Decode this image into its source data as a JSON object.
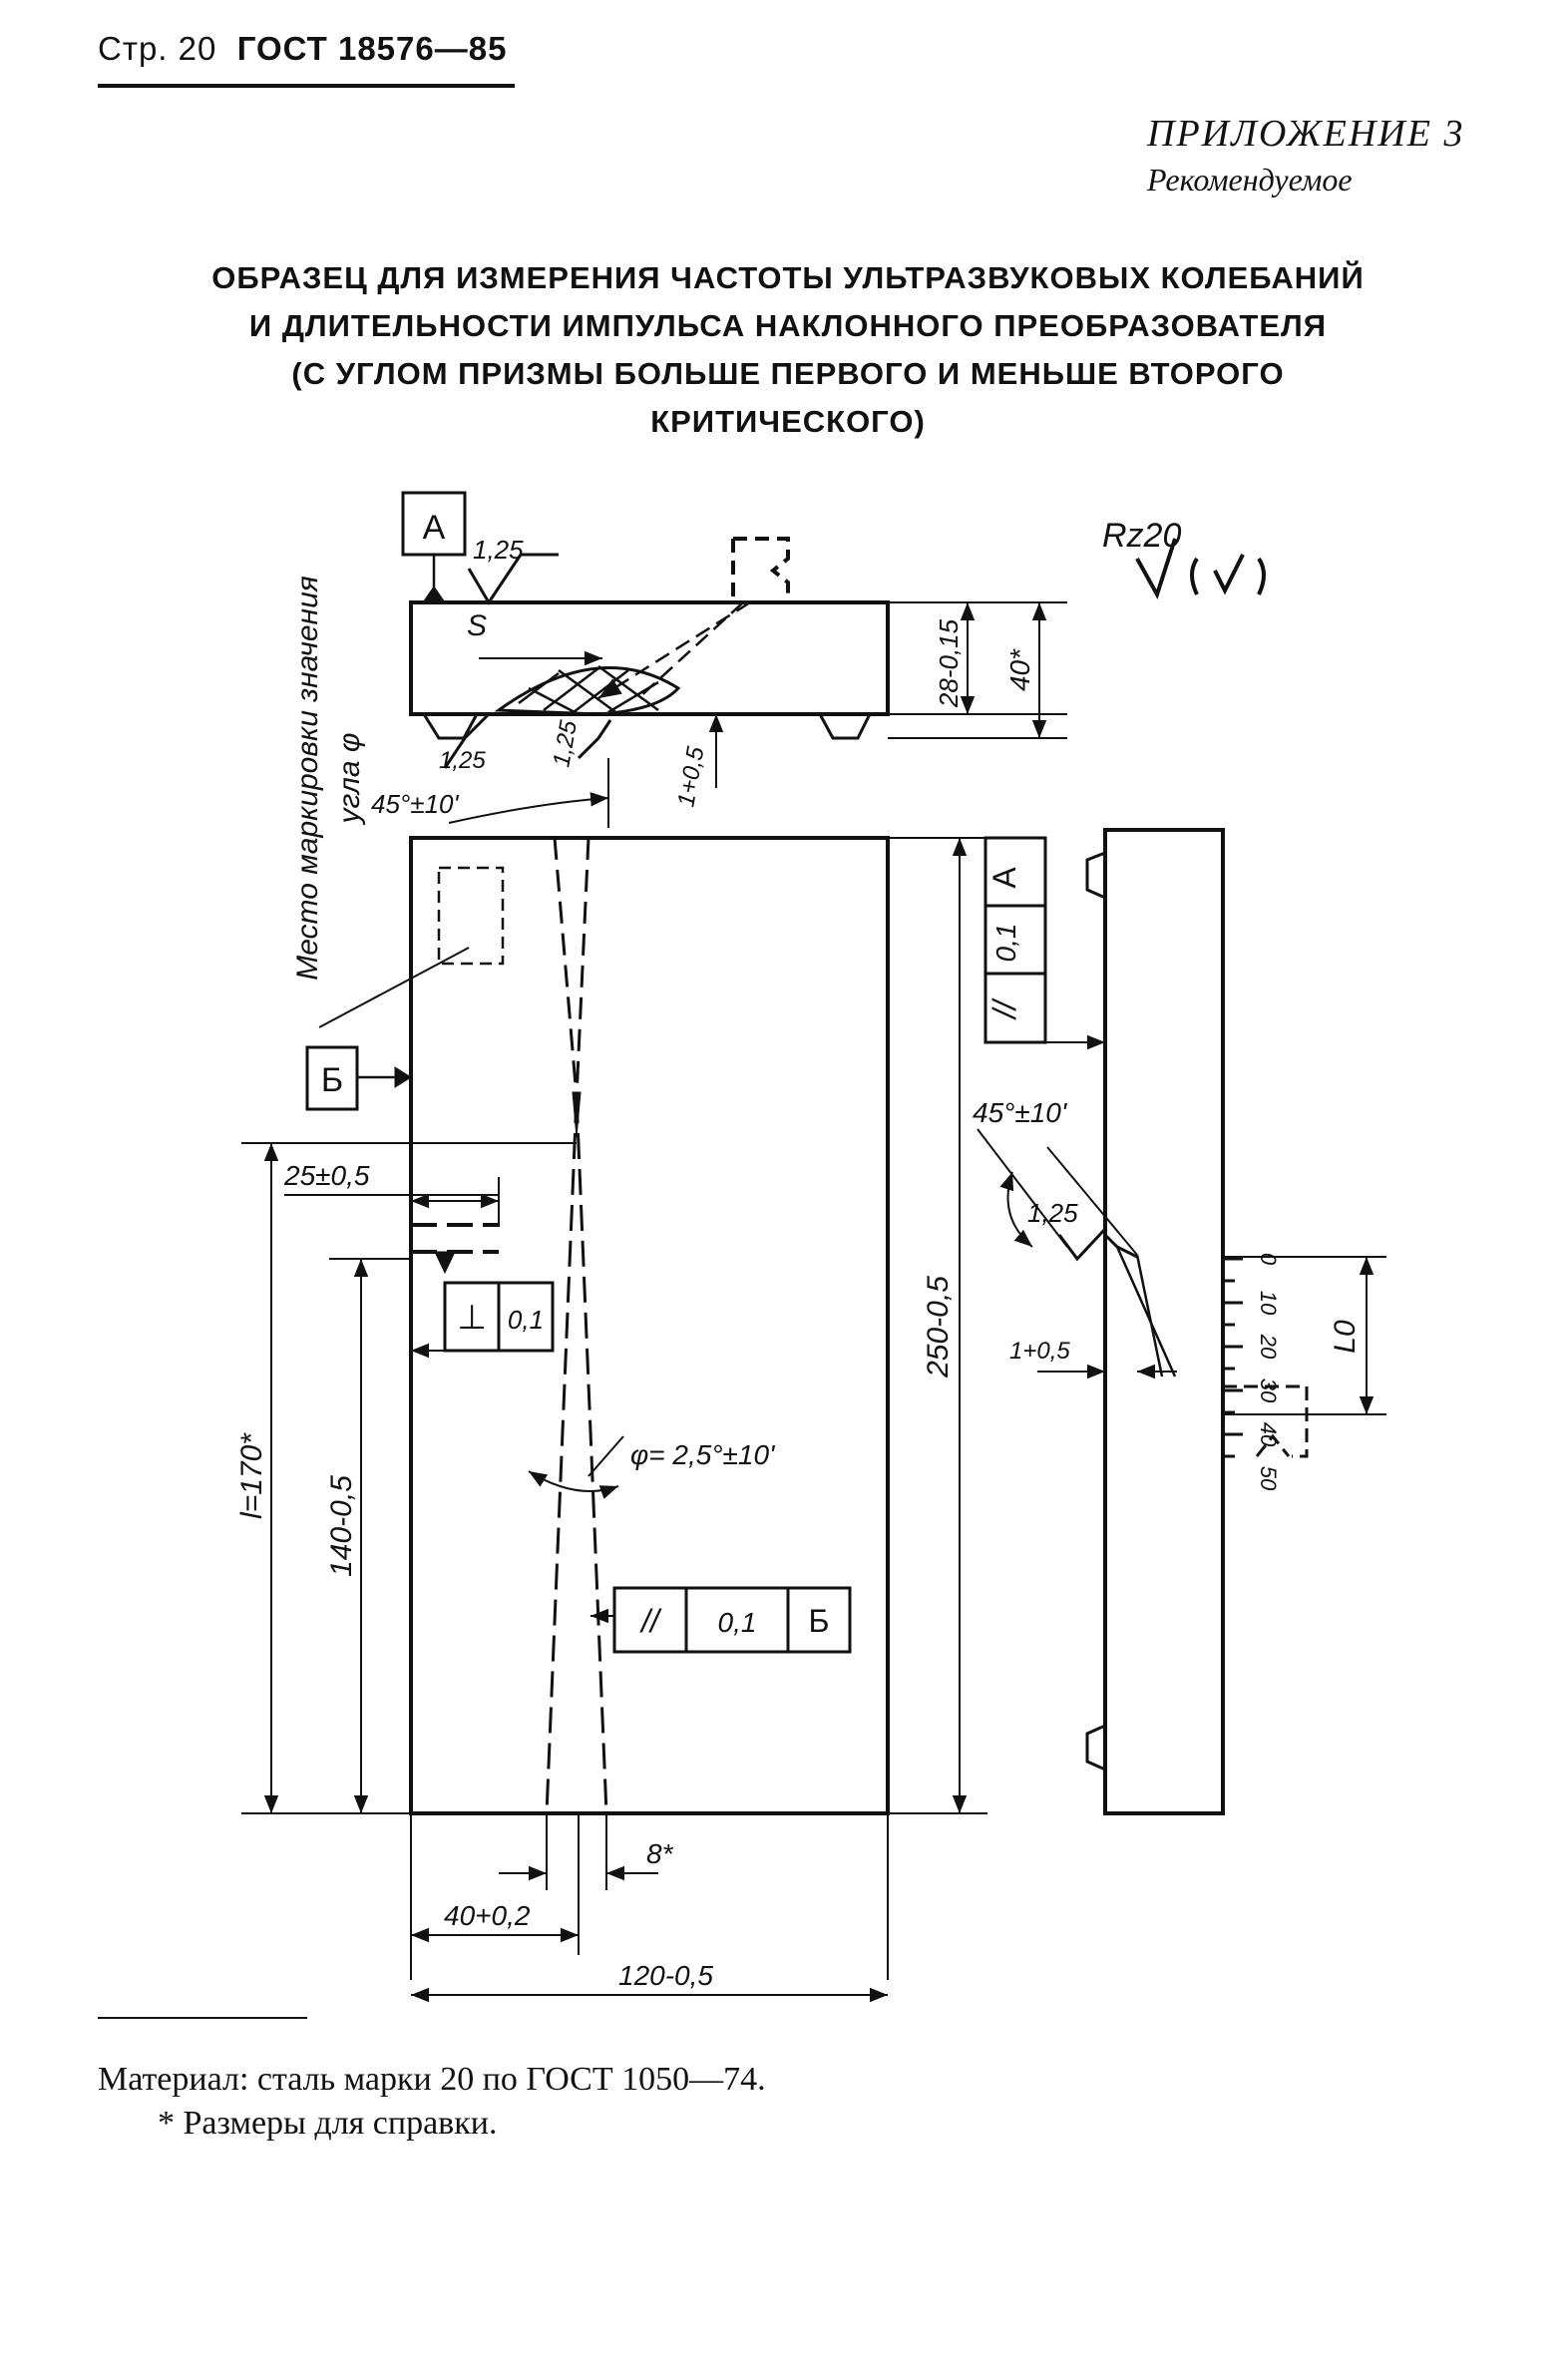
{
  "header": {
    "page_label": "Стр. 20",
    "standard": "ГОСТ 18576—85"
  },
  "appendix": {
    "title": "ПРИЛОЖЕНИЕ 3",
    "status": "Рекомендуемое"
  },
  "doc_title": [
    "ОБРАЗЕЦ ДЛЯ ИЗМЕРЕНИЯ ЧАСТОТЫ УЛЬТРАЗВУКОВЫХ КОЛЕБАНИЙ",
    "И ДЛИТЕЛЬНОСТИ ИМПУЛЬСА НАКЛОННОГО ПРЕОБРАЗОВАТЕЛЯ",
    "(С УГЛОМ ПРИЗМЫ БОЛЬШЕ ПЕРВОГО И МЕНЬШЕ ВТОРОГО",
    "КРИТИЧЕСКОГО)"
  ],
  "drawing": {
    "datum_a": "А",
    "datum_b": "Б",
    "roughness_top": "1,25",
    "roughness_general": "Rz20",
    "dim_s": "S",
    "dim_28": "28-0,15",
    "dim_40_star": "40*",
    "rough_left_bottom": "1,25",
    "rough_center_bottom": "1,25",
    "dim_1_05_top": "1+0,5",
    "angle_45_top": "45°±10'",
    "marking_note_line1": "Место маркировки значения",
    "marking_note_line2": "угла φ",
    "tol_parallel_a_sym": "//",
    "tol_parallel_a_val": "0,1",
    "tol_parallel_a_ref": "А",
    "dim_250": "250-0,5",
    "dim_25": "25±0,5",
    "tol_perp_sym": "⊥",
    "tol_perp_val": "0,1",
    "dim_l170": "l=170*",
    "dim_140": "140-0,5",
    "angle_phi": "φ= 2,5°±10'",
    "tol_parallel_b_sym": "//",
    "tol_parallel_b_val": "0,1",
    "tol_parallel_b_ref": "Б",
    "dim_8_star": "8*",
    "dim_40_02": "40+0,2",
    "dim_120": "120-0,5",
    "angle_45_side": "45°±10'",
    "rough_side": "1,25",
    "dim_1_05_side": "1+0,5",
    "dim_l0": "L0",
    "scale_labels": [
      "0",
      "10",
      "20",
      "30",
      "40",
      "50"
    ]
  },
  "footer": {
    "material": "Материал: сталь марки 20 по ГОСТ 1050—74.",
    "note": "* Размеры для справки."
  }
}
